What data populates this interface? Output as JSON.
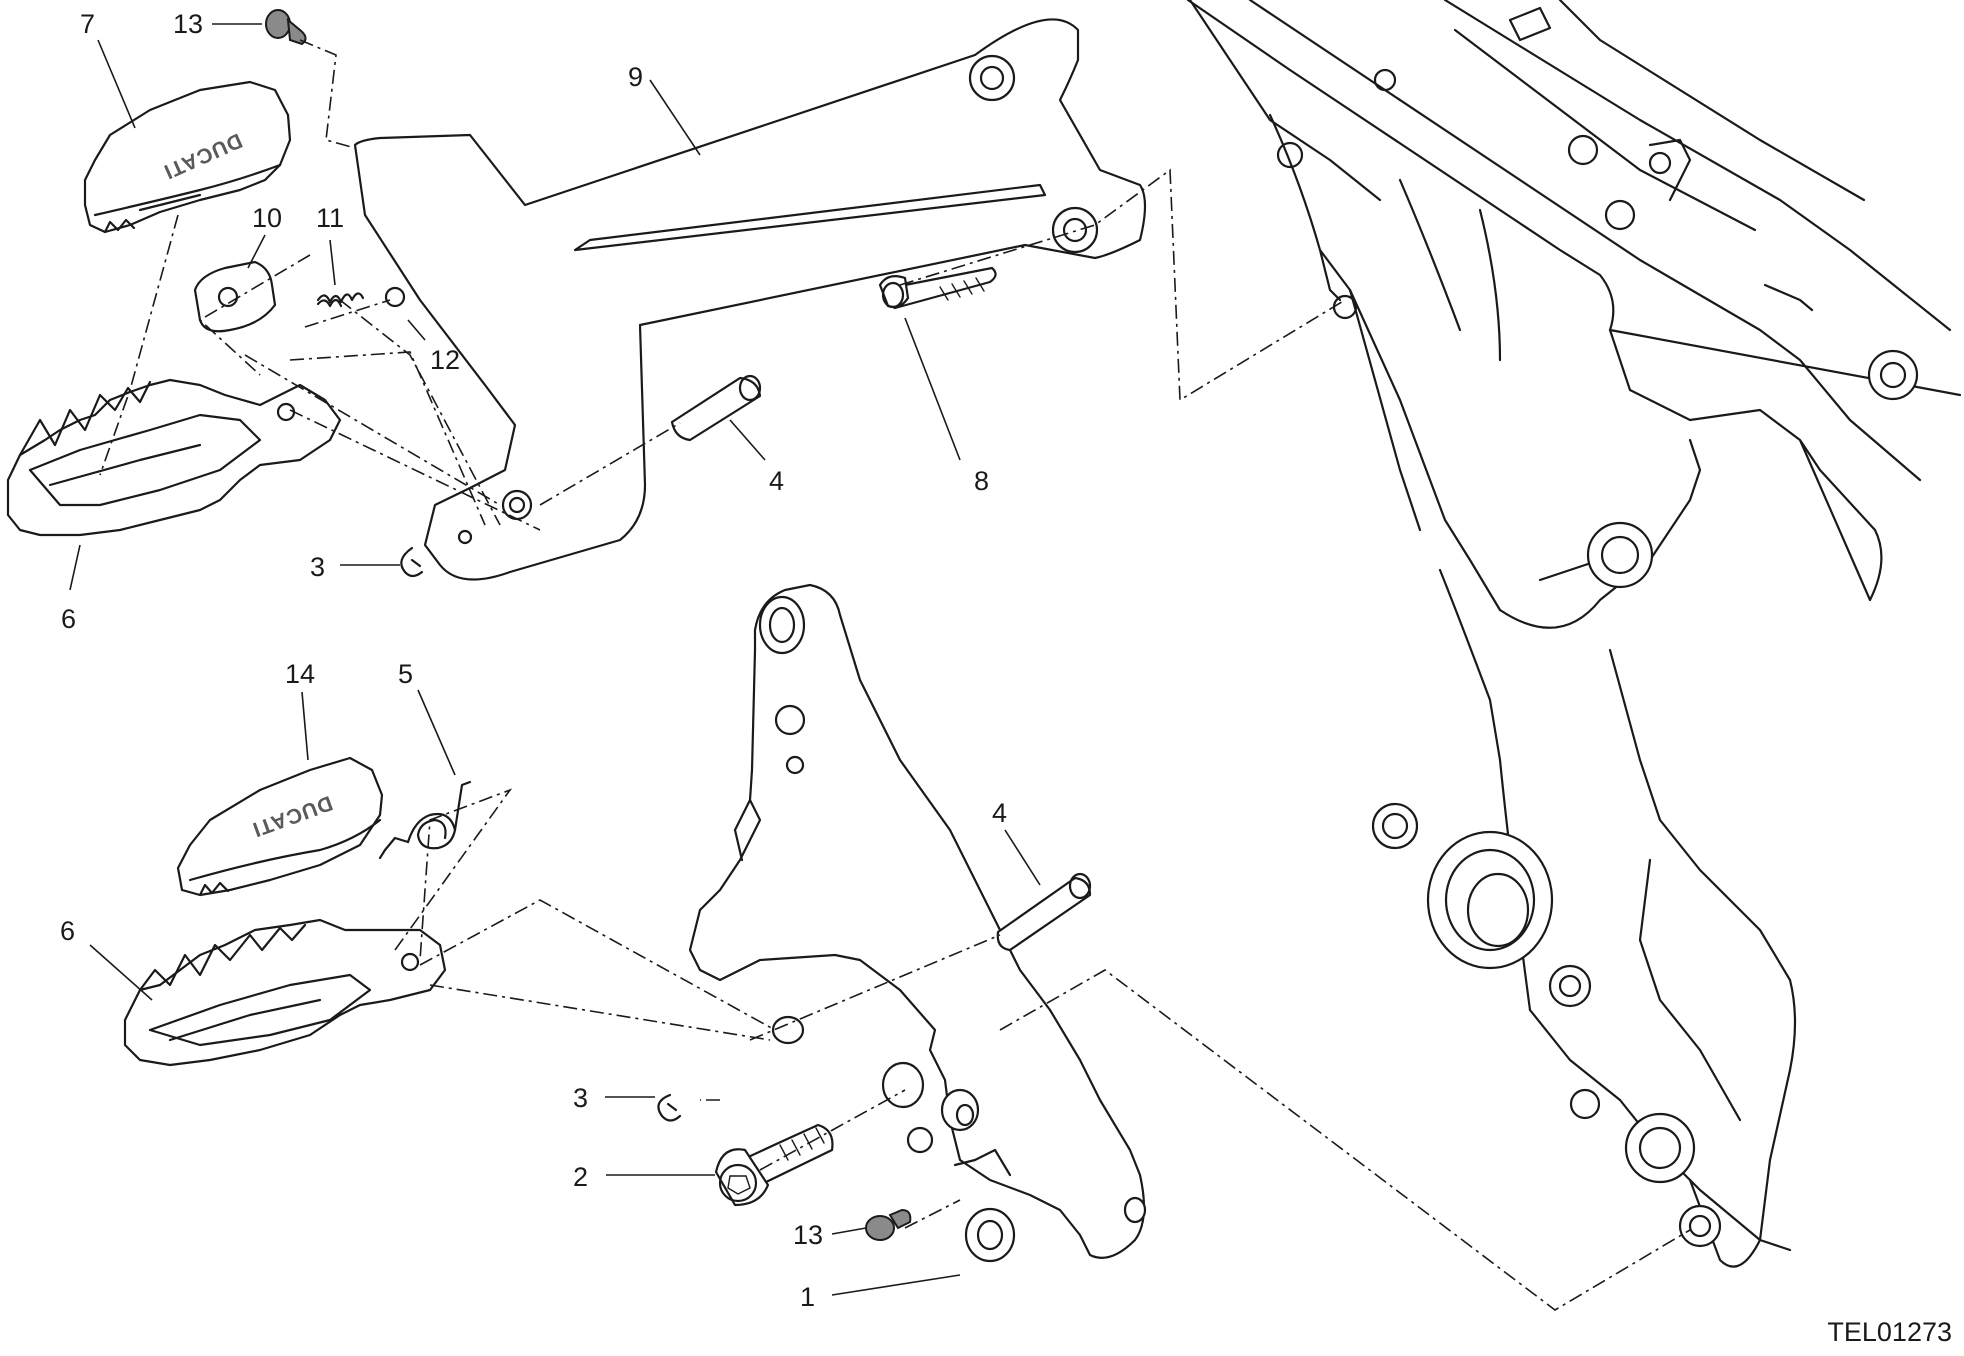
{
  "callouts": [
    {
      "id": "c7",
      "label": "7"
    },
    {
      "id": "c13a",
      "label": "13"
    },
    {
      "id": "c9",
      "label": "9"
    },
    {
      "id": "c10",
      "label": "10"
    },
    {
      "id": "c11",
      "label": "11"
    },
    {
      "id": "c12",
      "label": "12"
    },
    {
      "id": "c4a",
      "label": "4"
    },
    {
      "id": "c8",
      "label": "8"
    },
    {
      "id": "c3a",
      "label": "3"
    },
    {
      "id": "c6a",
      "label": "6"
    },
    {
      "id": "c14",
      "label": "14"
    },
    {
      "id": "c5",
      "label": "5"
    },
    {
      "id": "c4b",
      "label": "4"
    },
    {
      "id": "c6b",
      "label": "6"
    },
    {
      "id": "c3b",
      "label": "3"
    },
    {
      "id": "c2",
      "label": "2"
    },
    {
      "id": "c13b",
      "label": "13"
    },
    {
      "id": "c1",
      "label": "1"
    }
  ],
  "brand_text": "DUCATI",
  "reference_code": "TEL01273"
}
